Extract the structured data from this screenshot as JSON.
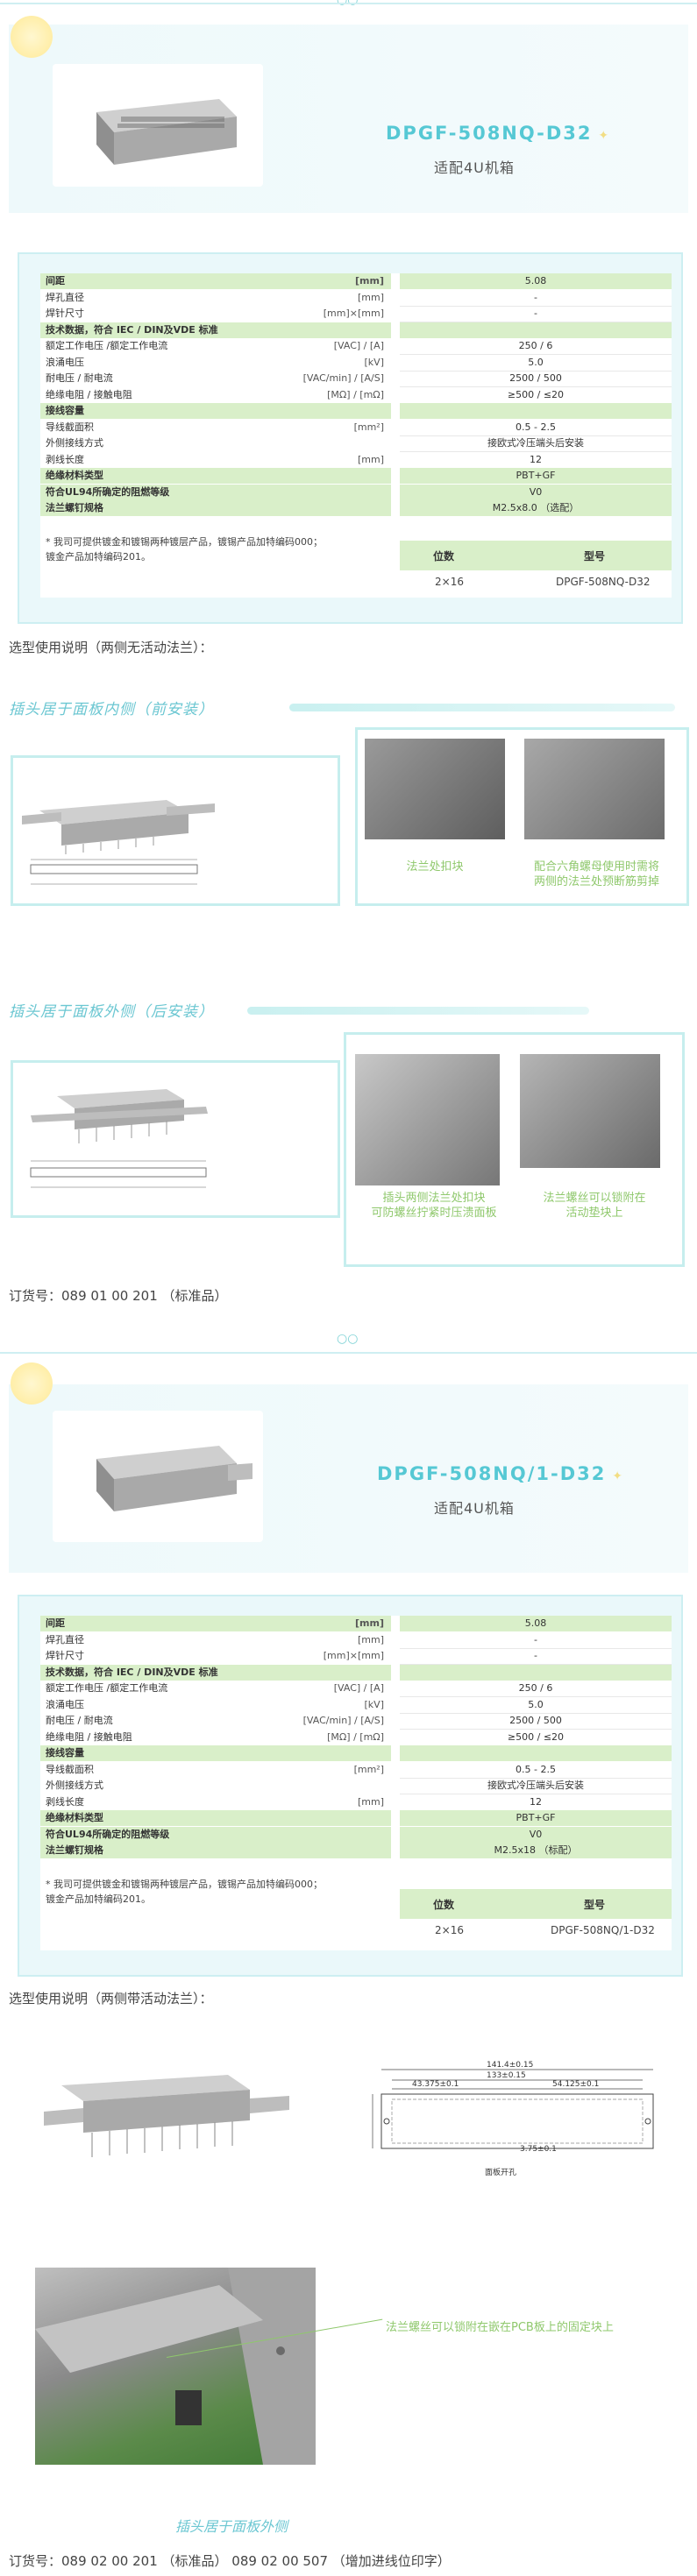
{
  "section1": {
    "title": "DPGF-508NQ-D32",
    "subtitle": "适配4U机箱",
    "params": [
      {
        "label": "间距",
        "unit": "[mm]",
        "value": "5.08",
        "h": true
      },
      {
        "label": "焊孔直径",
        "unit": "[mm]",
        "value": "-",
        "h": false
      },
      {
        "label": "焊针尺寸",
        "unit": "[mm]×[mm]",
        "value": "-",
        "h": false
      },
      {
        "label": "技术数据，符合 IEC / DIN及VDE 标准",
        "unit": "",
        "value": "",
        "h": true
      },
      {
        "label": "额定工作电压 /额定工作电流",
        "unit": "[VAC] / [A]",
        "value": "250 / 6",
        "h": false
      },
      {
        "label": "浪涌电压",
        "unit": "[kV]",
        "value": "5.0",
        "h": false
      },
      {
        "label": "耐电压 / 耐电流",
        "unit": "[VAC/min] / [A/S]",
        "value": "2500 / 500",
        "h": false
      },
      {
        "label": "绝缘电阻 / 接触电阻",
        "unit": "[MΩ] / [mΩ]",
        "value": "≥500 / ≤20",
        "h": false
      },
      {
        "label": "接线容量",
        "unit": "",
        "value": "",
        "h": true
      },
      {
        "label": "导线截面积",
        "unit": "[mm²]",
        "value": "0.5 - 2.5",
        "h": false
      },
      {
        "label": "外侧接线方式",
        "unit": "",
        "value": "接欧式冷压端头后安装",
        "h": false
      },
      {
        "label": "剥线长度",
        "unit": "[mm]",
        "value": "12",
        "h": false
      },
      {
        "label": "绝缘材料类型",
        "unit": "",
        "value": "PBT+GF",
        "h": true
      },
      {
        "label": "符合UL94所确定的阻燃等级",
        "unit": "",
        "value": "V0",
        "h": true
      },
      {
        "label": "法兰螺钉规格",
        "unit": "",
        "value": "M2.5x8.0 （选配）",
        "h": true
      }
    ],
    "note": "* 我司可提供镀金和镀锡两种镀层产品，镀锡产品加特编码000；\n  镀金产品加特编码201。",
    "pos_header": "位数",
    "model_header": "型号",
    "pos_value": "2×16",
    "model_value": "DPGF-508NQ-D32",
    "selection_text": "选型使用说明（两侧无活动法兰）："
  },
  "inner": {
    "heading": "插头居于面板内侧（前安装）",
    "caption_left": "法兰处扣块",
    "caption_right": "配合六角螺母使用时需将\n两侧的法兰处预断筋剪掉"
  },
  "outer": {
    "heading": "插头居于面板外侧（后安装）",
    "caption_left": "插头两侧法兰处扣块\n可防螺丝拧紧时压溃面板",
    "caption_right": "法兰螺丝可以锁附在\n活动垫块上"
  },
  "order1": "订货号：089 01 00 201 （标准品）",
  "section2": {
    "title": "DPGF-508NQ/1-D32",
    "subtitle": "适配4U机箱",
    "params": [
      {
        "label": "间距",
        "unit": "[mm]",
        "value": "5.08",
        "h": true
      },
      {
        "label": "焊孔直径",
        "unit": "[mm]",
        "value": "-",
        "h": false
      },
      {
        "label": "焊针尺寸",
        "unit": "[mm]×[mm]",
        "value": "-",
        "h": false
      },
      {
        "label": "技术数据，符合 IEC / DIN及VDE 标准",
        "unit": "",
        "value": "",
        "h": true
      },
      {
        "label": "额定工作电压 /额定工作电流",
        "unit": "[VAC] / [A]",
        "value": "250 / 6",
        "h": false
      },
      {
        "label": "浪涌电压",
        "unit": "[kV]",
        "value": "5.0",
        "h": false
      },
      {
        "label": "耐电压 / 耐电流",
        "unit": "[VAC/min] / [A/S]",
        "value": "2500 / 500",
        "h": false
      },
      {
        "label": "绝缘电阻 / 接触电阻",
        "unit": "[MΩ] / [mΩ]",
        "value": "≥500 / ≤20",
        "h": false
      },
      {
        "label": "接线容量",
        "unit": "",
        "value": "",
        "h": true
      },
      {
        "label": "导线截面积",
        "unit": "[mm²]",
        "value": "0.5 - 2.5",
        "h": false
      },
      {
        "label": "外侧接线方式",
        "unit": "",
        "value": "接欧式冷压端头后安装",
        "h": false
      },
      {
        "label": "剥线长度",
        "unit": "[mm]",
        "value": "12",
        "h": false
      },
      {
        "label": "绝缘材料类型",
        "unit": "",
        "value": "PBT+GF",
        "h": true
      },
      {
        "label": "符合UL94所确定的阻燃等级",
        "unit": "",
        "value": "V0",
        "h": true
      },
      {
        "label": "法兰螺钉规格",
        "unit": "",
        "value": "M2.5x18 （标配）",
        "h": true
      }
    ],
    "note": "* 我司可提供镀金和镀锡两种镀层产品，镀锡产品加特编码000；\n  镀金产品加特编码201。",
    "pos_header": "位数",
    "model_header": "型号",
    "pos_value": "2×16",
    "model_value": "DPGF-508NQ/1-D32",
    "selection_text": "选型使用说明（两侧带活动法兰）："
  },
  "drawing2": {
    "dim_total1": "141.4±0.15",
    "dim_total2": "133±0.15",
    "dim_left": "43.375±0.1",
    "dim_right": "54.125±0.1",
    "dim_small": "3.75±0.1",
    "label": "面板开孔"
  },
  "assembly": {
    "caption": "法兰螺丝可以锁附在嵌在PCB板上的固定块上",
    "heading": "插头居于面板外侧"
  },
  "order2": "订货号：089 02 00 201 （标准品） 089 02 00 507 （增加进线位印字）",
  "colors": {
    "accent": "#56c8d4",
    "green_row": "#d9efc9",
    "caption_green": "#8fc86c",
    "frame": "#cdeff2"
  }
}
